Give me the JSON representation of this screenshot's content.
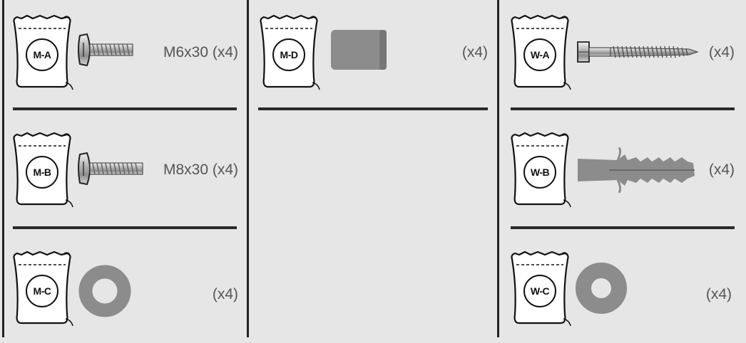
{
  "items": [
    {
      "code": "M-A",
      "label": "M6x30 (x4)",
      "part_icon": "machine-screw-icon"
    },
    {
      "code": "M-B",
      "label": "M8x30 (x4)",
      "part_icon": "machine-screw-icon"
    },
    {
      "code": "M-C",
      "label": "(x4)",
      "part_icon": "washer-icon"
    },
    {
      "code": "M-D",
      "label": "(x4)",
      "part_icon": "spacer-icon"
    },
    {
      "code": "W-A",
      "label": "(x4)",
      "part_icon": "lag-bolt-icon"
    },
    {
      "code": "W-B",
      "label": "(x4)",
      "part_icon": "wall-anchor-icon"
    },
    {
      "code": "W-C",
      "label": "(x4)",
      "part_icon": "washer-icon"
    }
  ],
  "colors": {
    "background": "#e6e6e7",
    "divider": "#2a2a2a",
    "part_gray": "#8c8c8c",
    "text": "#555555"
  }
}
